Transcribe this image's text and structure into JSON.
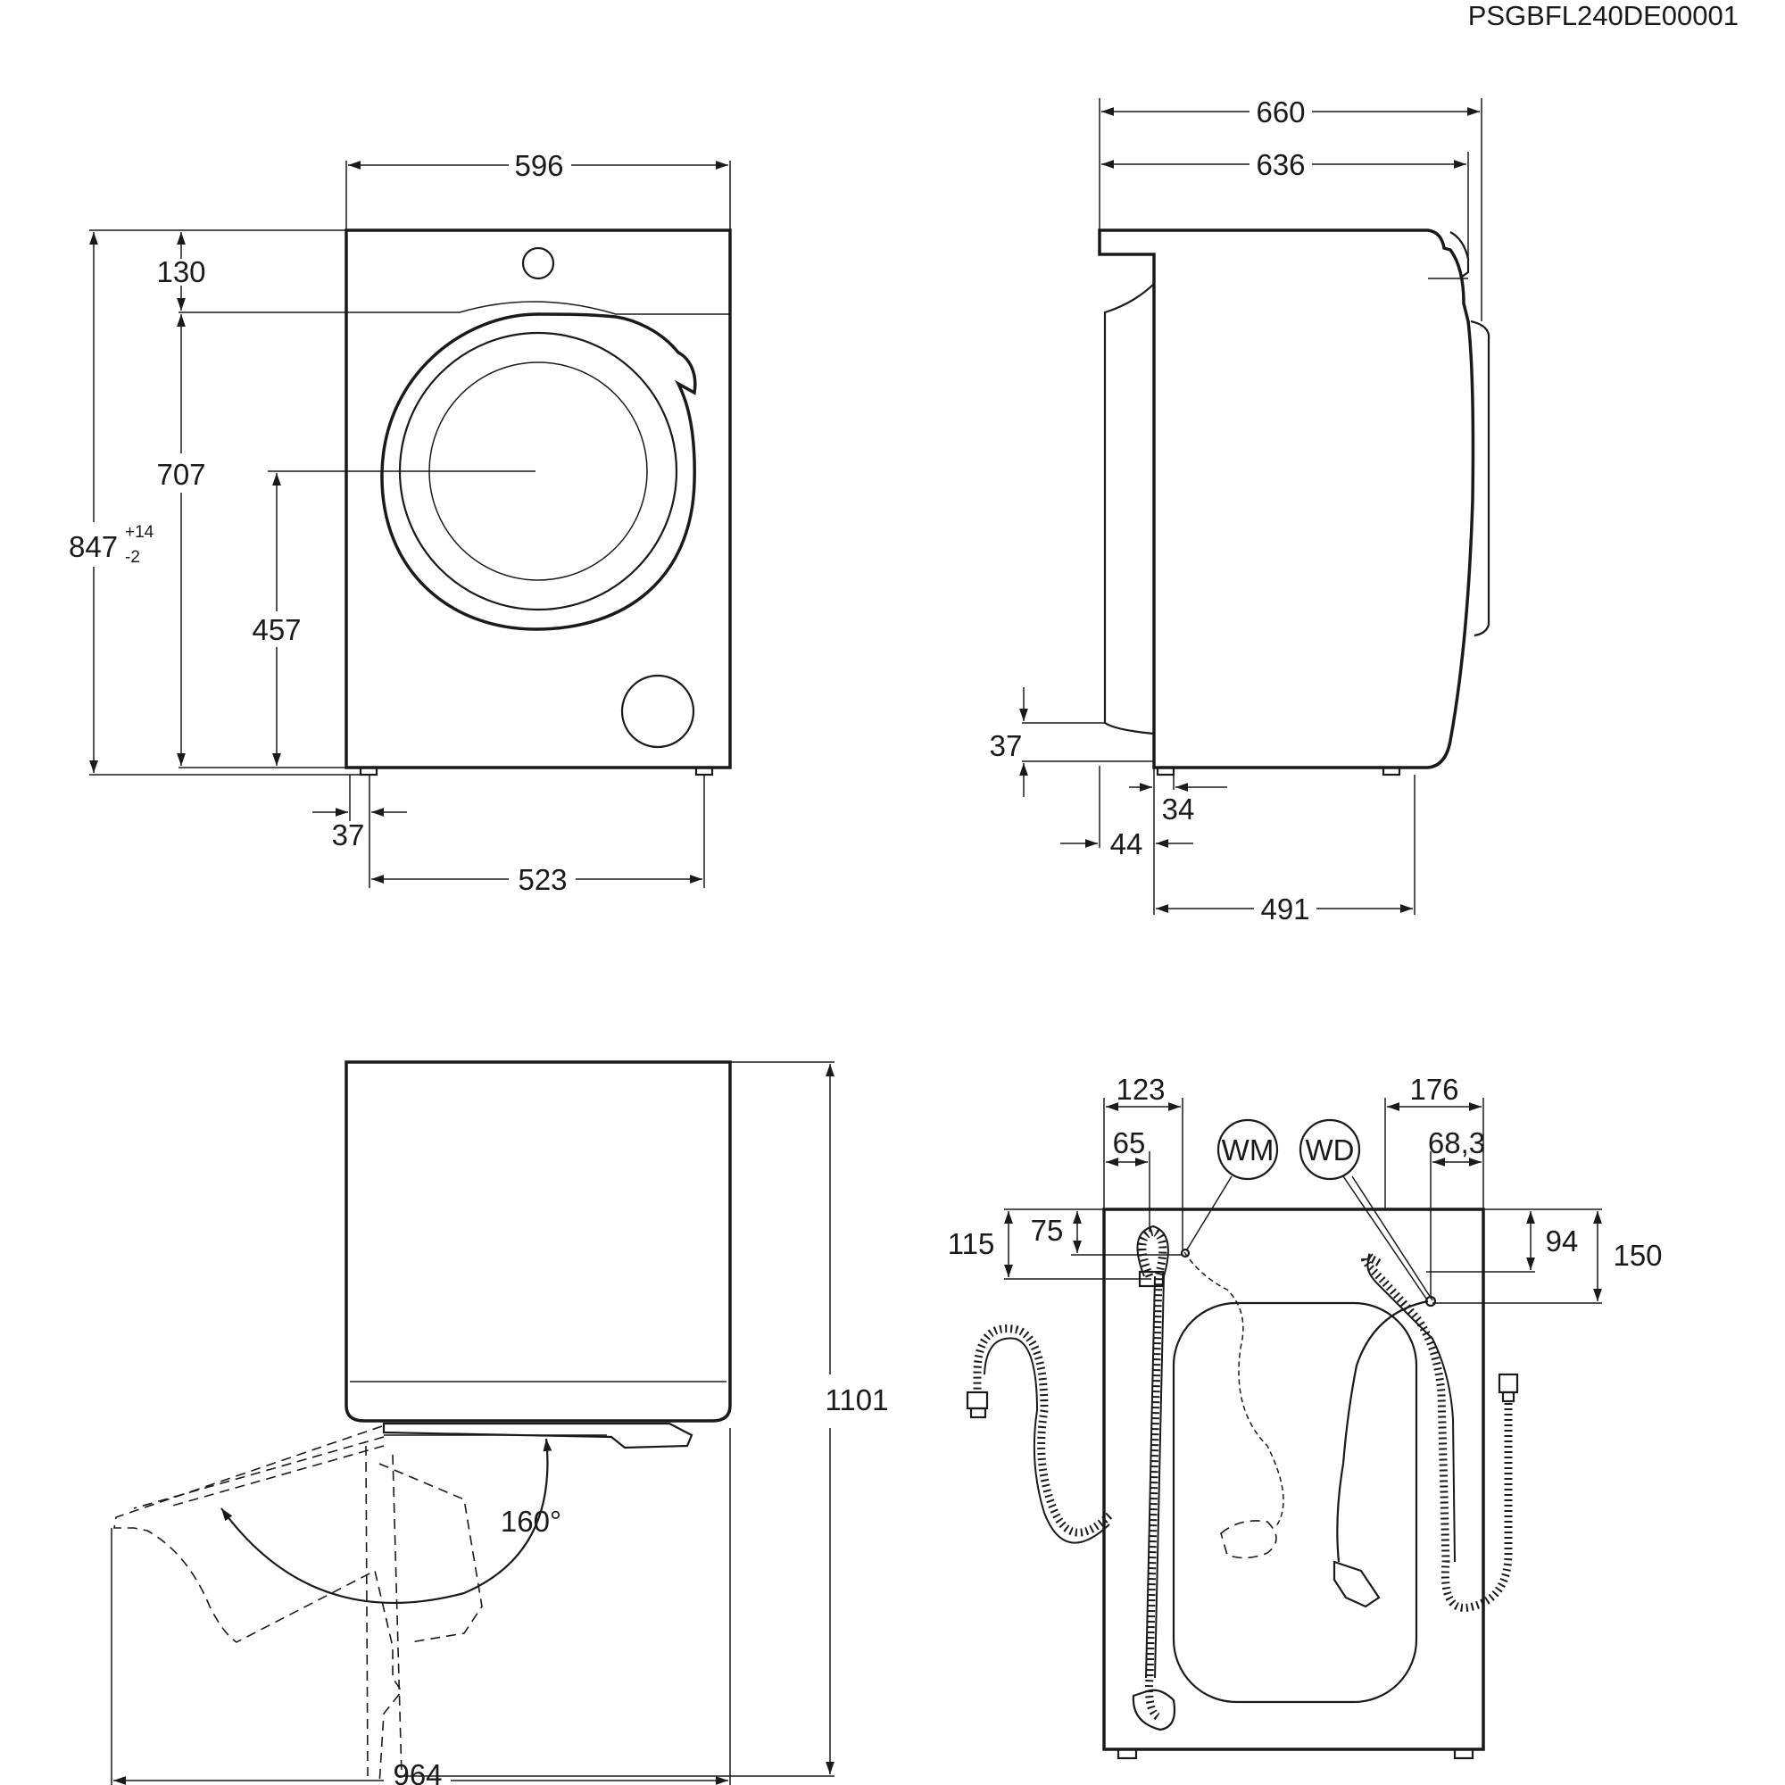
{
  "drawing_code": "PSGBFL240DE00001",
  "front_view": {
    "width": "596",
    "top_panel_height": "130",
    "door_section_height": "707",
    "door_center_height": "457",
    "total_height": "847",
    "total_height_tol_plus": "+14",
    "total_height_tol_minus": "-2",
    "foot_offset": "37",
    "feet_spacing": "523"
  },
  "side_view": {
    "total_depth": "660",
    "body_depth": "636",
    "back_clearance": "37",
    "foot_setback": "34",
    "back_offset": "44",
    "feet_depth": "491"
  },
  "door_view": {
    "height_door_open": "1101",
    "depth_door_open": "964",
    "opening_angle": "160°"
  },
  "rear_view": {
    "wm_inlet_x": "123",
    "wm_drain_x": "65",
    "wm_inlet_y": "115",
    "wm_drain_y": "75",
    "wd_inlet_x": "176",
    "wd_drain_x": "68,3",
    "wd_inlet_y": "94",
    "wd_drain_y": "150",
    "wm_label": "WM",
    "wd_label": "WD"
  }
}
